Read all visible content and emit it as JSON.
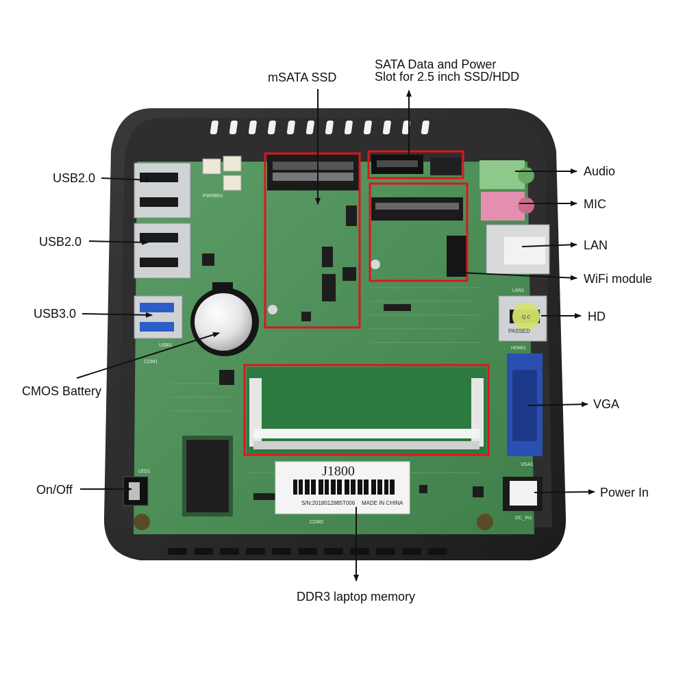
{
  "labels": {
    "msata": "mSATA SSD",
    "sata_line1": "SATA Data and Power",
    "sata_line2": "Slot for 2.5 inch SSD/HDD",
    "usb2_top": "USB2.0",
    "usb2_mid": "USB2.0",
    "usb3": "USB3.0",
    "cmos": "CMOS Battery",
    "onoff": "On/Off",
    "audio": "Audio",
    "mic": "MIC",
    "lan": "LAN",
    "wifi": "WiFi module",
    "hd": "HD",
    "vga": "VGA",
    "power": "Power In",
    "ddr3": "DDR3 laptop memory"
  },
  "board_marks": {
    "model": "J1800",
    "serial": "S/N:2018012885T006",
    "origin": "MADE IN CHINA",
    "com1": "COM1",
    "com2": "COM2",
    "usb3": "USB3",
    "lan1": "LAN1",
    "hdmi1": "HDMI1",
    "vga1": "VGA1",
    "dc_in1": "DC_IN1",
    "passed": "PASSED",
    "qc": "Q.C",
    "pwrbn1": "PWRBN1",
    "led1": "LED1"
  },
  "colors": {
    "highlight_box": "#e0141e",
    "pcb_green": "#4f8f5a",
    "case_black": "#2a2a2a",
    "audio_port": "#8fc98a",
    "mic_port": "#e58fb0",
    "vga_port": "#2a4fb0",
    "label_text": "#111111"
  }
}
